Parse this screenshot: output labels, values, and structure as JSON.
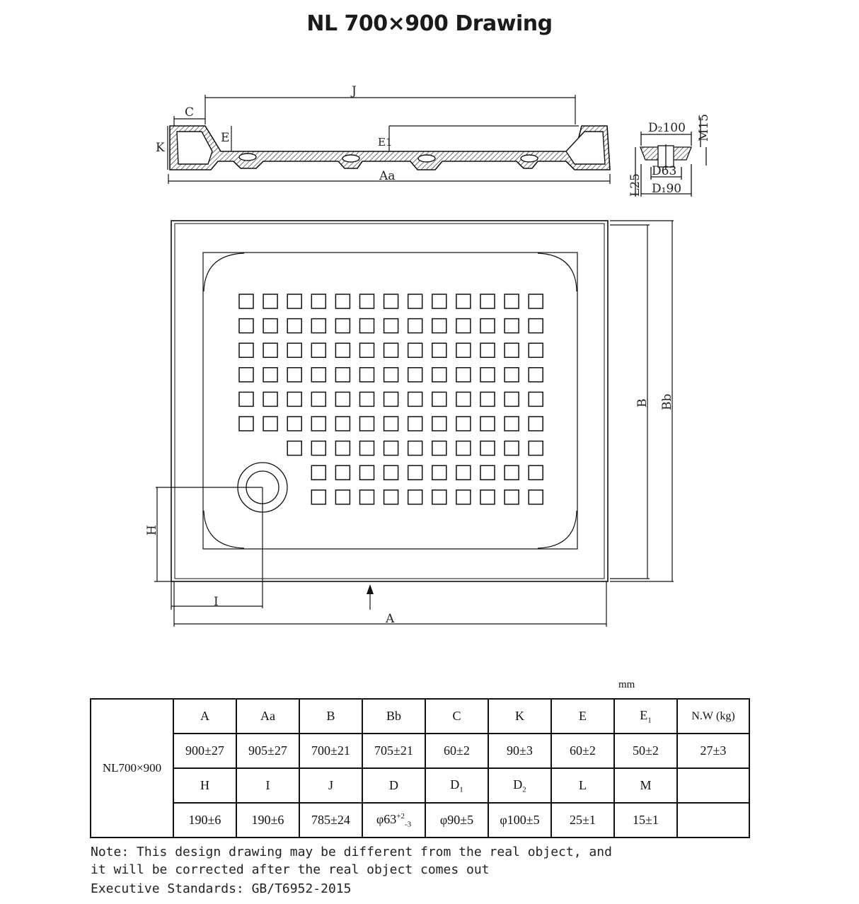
{
  "title": "NL 700×900 Drawing",
  "section_labels": {
    "C": "C",
    "J": "J",
    "K": "K",
    "E": "E",
    "E1": "E1",
    "Aa": "Aa",
    "D2": "D₂100",
    "M": "M15",
    "D": "D63",
    "L": "L25",
    "D1": "D₁90",
    "B": "B",
    "Bb": "Bb",
    "H": "H",
    "I": "I",
    "A": "A"
  },
  "unit": "mm",
  "table": {
    "model": "NL700×900",
    "row1_headers": [
      "A",
      "Aa",
      "B",
      "Bb",
      "C",
      "K",
      "E",
      "E1",
      "N.W (kg)"
    ],
    "row1_values": [
      "900±27",
      "905±27",
      "700±21",
      "705±21",
      "60±2",
      "90±3",
      "60±2",
      "50±2",
      "27±3"
    ],
    "row2_headers": [
      "H",
      "I",
      "J",
      "D",
      "D1",
      "D2",
      "L",
      "M",
      ""
    ],
    "row2_values": [
      "190±6",
      "190±6",
      "785±24",
      "φ63+2-3",
      "φ90±5",
      "φ100±5",
      "25±1",
      "15±1",
      ""
    ]
  },
  "note_line1": "Note: This design drawing may be different from the real object, and",
  "note_line2": "it will be corrected after the real object comes out",
  "standard": "Executive Standards: GB/T6952-2015"
}
